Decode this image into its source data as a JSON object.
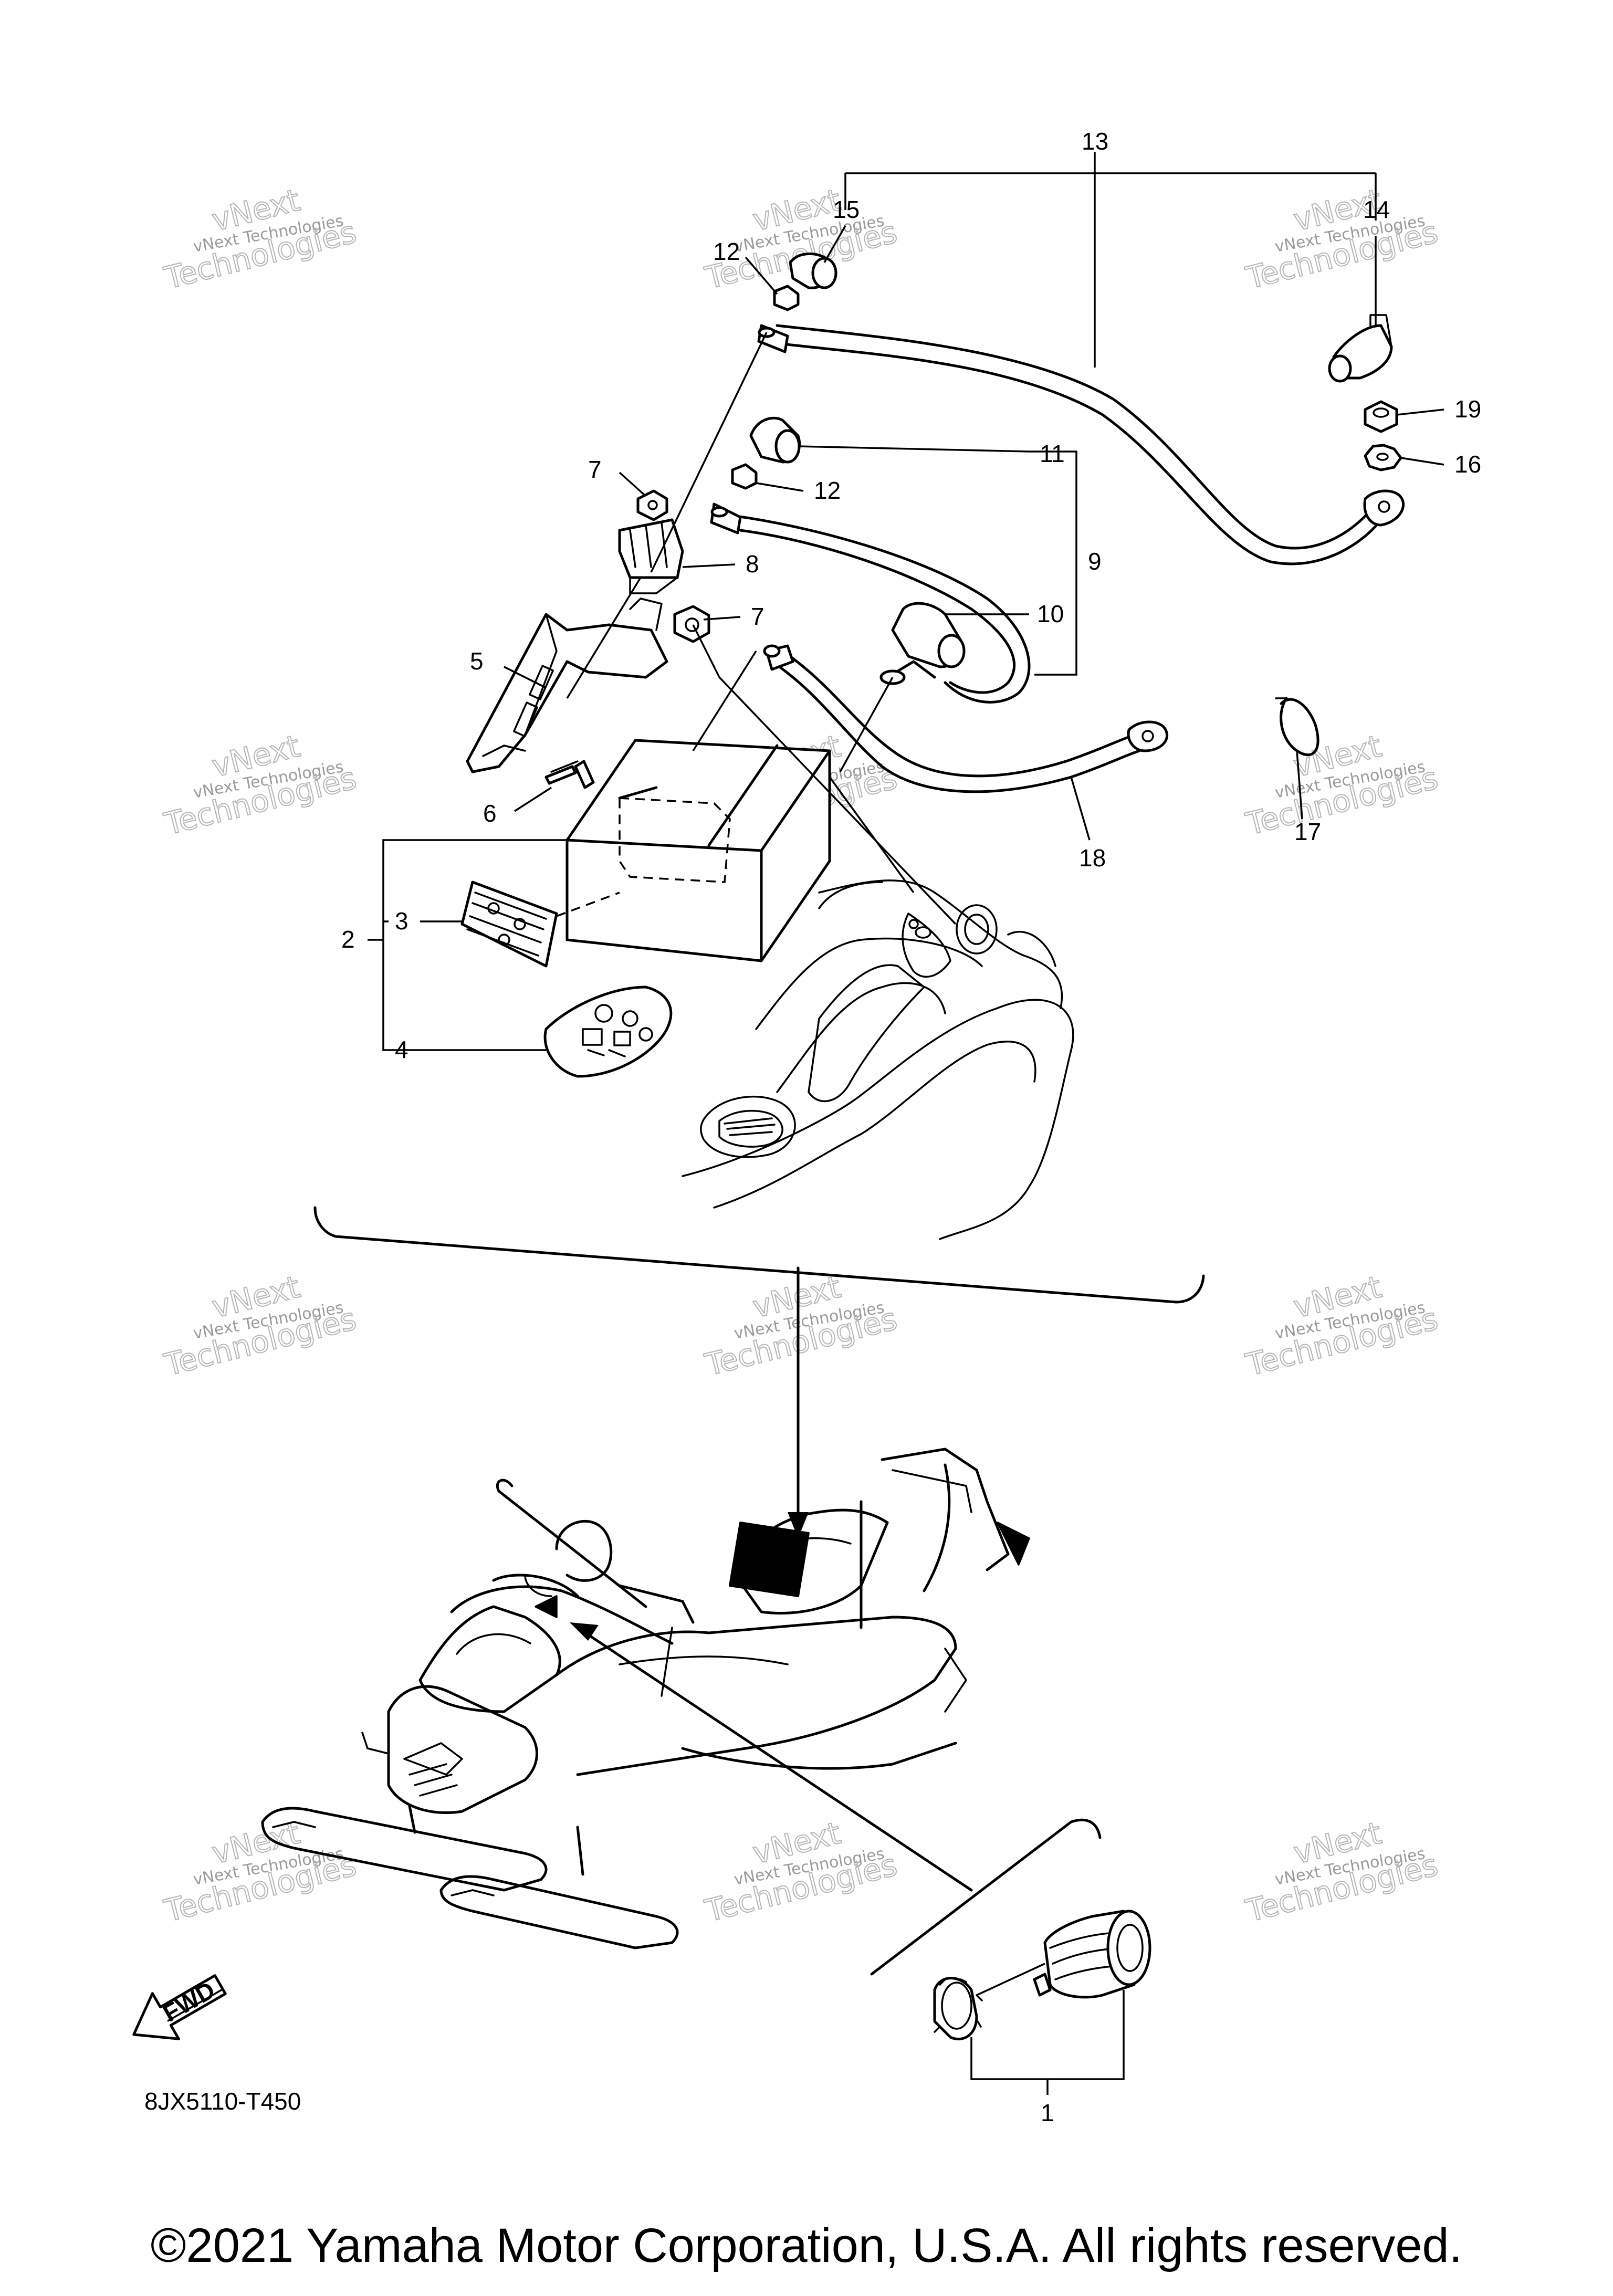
{
  "diagram_code": "8JX5110-T450",
  "copyright": "©2021 Yamaha Motor Corporation, U.S.A. All rights reserved.",
  "fwd_label": "FWD",
  "watermark": {
    "line1": "vNext",
    "line2": "vNext Technologies",
    "line3": "Technologies"
  },
  "callouts": {
    "c1": "1",
    "c2": "2",
    "c3": "3",
    "c4": "4",
    "c5": "5",
    "c6": "6",
    "c7a": "7",
    "c7b": "7",
    "c8": "8",
    "c9": "9",
    "c10": "10",
    "c11": "11",
    "c12a": "12",
    "c12b": "12",
    "c13": "13",
    "c14": "14",
    "c15": "15",
    "c16": "16",
    "c17": "17",
    "c18": "18",
    "c19": "19"
  }
}
